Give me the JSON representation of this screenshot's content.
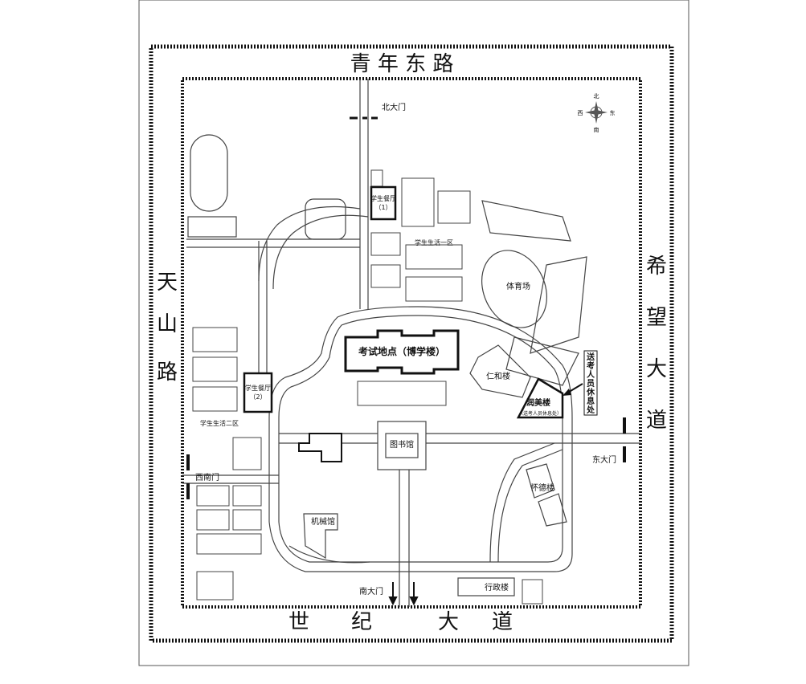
{
  "roads": {
    "north": "青 年 东 路",
    "south_1": "世",
    "south_2": "纪",
    "south_3": "大",
    "south_4": "道",
    "west": [
      "天",
      "山",
      "路"
    ],
    "east": [
      "希",
      "望",
      "大",
      "道"
    ]
  },
  "gates": {
    "north": "北大门",
    "south": "南大门",
    "east": "东大门",
    "southwest": "西南门"
  },
  "compass": {
    "n": "北",
    "s": "南",
    "e": "东",
    "w": "西"
  },
  "buildings": {
    "exam_site": "考试地点（博学楼）",
    "canteen1_line1": "学生餐厅",
    "canteen1_line2": "（1）",
    "canteen2_line1": "学生餐厅",
    "canteen2_line2": "（2）",
    "living_zone1": "学生生活一区",
    "living_zone2": "学生生活二区",
    "stadium": "体育场",
    "renhe": "仁和楼",
    "runmei": "润美楼",
    "runmei_sub": "（送考人员休息处）",
    "library": "图书馆",
    "huaide": "怀德楼",
    "jixie": "机械馆",
    "xingzheng": "行政楼"
  },
  "rest_area_vertical": [
    "送",
    "考",
    "人",
    "员",
    "休",
    "息",
    "处"
  ]
}
